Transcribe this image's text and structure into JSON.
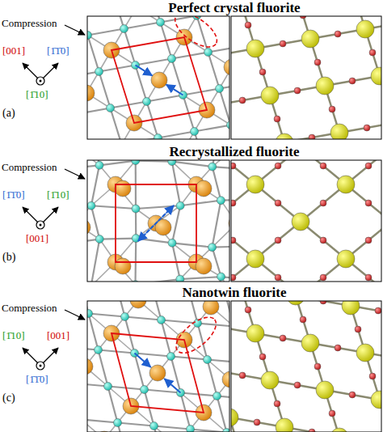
{
  "diagram": {
    "labels": [
      "Perfect crystal fluorite",
      "Compression",
      "[001]",
      "[1̄1̄0]",
      "[1̄10]",
      "(a)",
      "Recrystallized fluorite",
      "Compression",
      "[1̄1̄0]",
      "[1̄10]",
      "[001]",
      "(b)",
      "Nanotwin fluorite",
      "Compression",
      "[1̄10]",
      "[001]",
      "[1̄1̄0]",
      "(c)"
    ]
  }
}
